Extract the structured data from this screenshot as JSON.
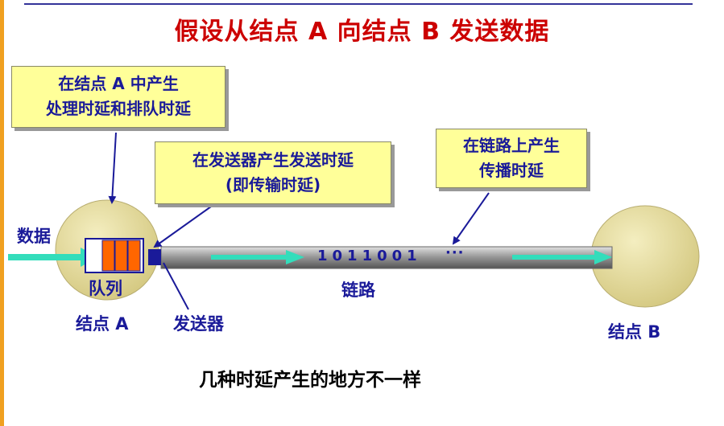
{
  "title": "假设从结点 A 向结点 B 发送数据",
  "callouts": {
    "processing": {
      "line1": "在结点 A 中产生",
      "line2": "处理时延和排队时延"
    },
    "transmission": {
      "line1": "在发送器产生发送时延",
      "line2": "(即传输时延)"
    },
    "propagation": {
      "line1": "在链路上产生",
      "line2": "传播时延"
    }
  },
  "labels": {
    "data": "数据",
    "queue": "队列",
    "node_a": "结点 A",
    "transmitter": "发送器",
    "link": "链路",
    "node_b": "结点 B",
    "bits": "1011001",
    "ellipsis": "···"
  },
  "caption": "几种时延产生的地方不一样",
  "colors": {
    "title": "#cc0000",
    "text": "#1a1a99",
    "callout_bg": "#ffff99",
    "node_fill": "#e8e0a0",
    "queue_fill": "#ff6600",
    "arrow_fill": "#33ddbb",
    "link_gray": "#999999"
  }
}
